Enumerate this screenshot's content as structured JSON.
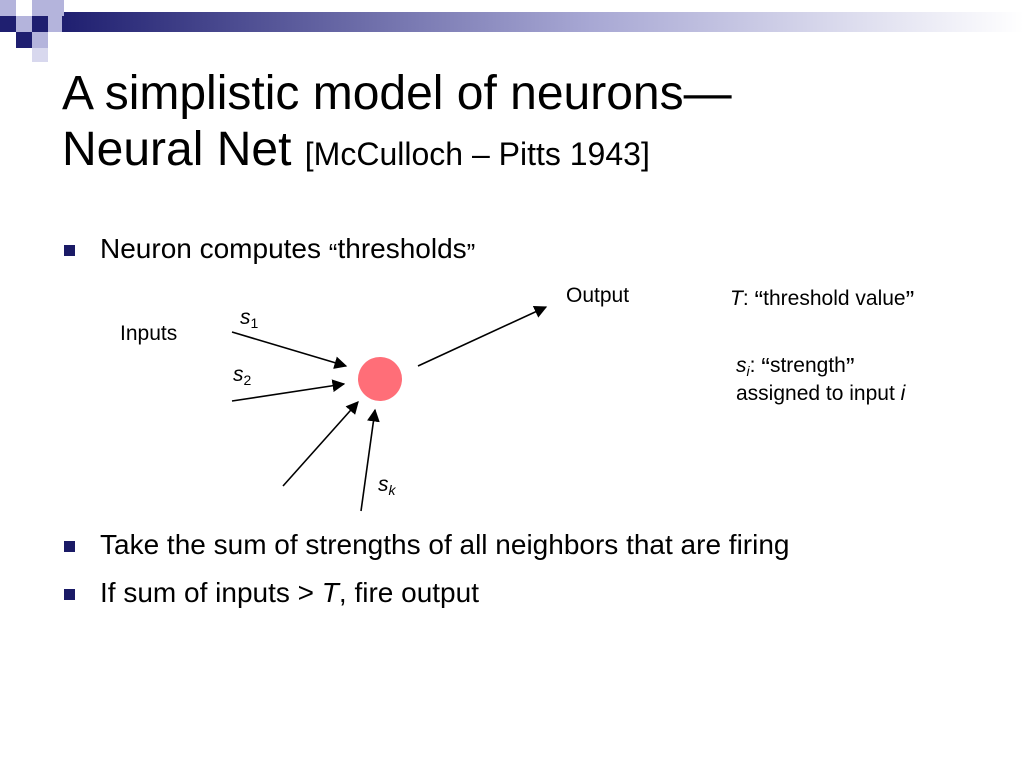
{
  "slide": {
    "title_line1": "A simplistic model of neurons—",
    "title_line2": "Neural Net",
    "title_citation": "[McCulloch – Pitts 1943]",
    "bullets": [
      {
        "pre": "Neuron computes ",
        "quote_open": "“",
        "word": "thresholds",
        "quote_close": "”"
      },
      {
        "text": "Take the sum of strengths of all neighbors that are firing"
      },
      {
        "pre": "If sum of inputs > ",
        "var": "T",
        "post": ", fire output"
      }
    ]
  },
  "diagram": {
    "inputs_label": "Inputs",
    "output_label": "Output",
    "s_letter": "s",
    "s1_sub": "1",
    "s2_sub": "2",
    "sk_sub": "k",
    "threshold_var": "T",
    "threshold_colon": ": ",
    "threshold_text": "threshold value",
    "quote_open": "“",
    "quote_close": "”",
    "strength_sub": "i",
    "strength_colon": ": ",
    "strength_text": "strength",
    "assigned_text": "assigned to input ",
    "assigned_var": "i",
    "neuron_color": "#ff6e78",
    "arrow_color": "#000000"
  },
  "theme": {
    "accent_dark": "#1f1f70",
    "accent_light": "#b4b4dc"
  }
}
